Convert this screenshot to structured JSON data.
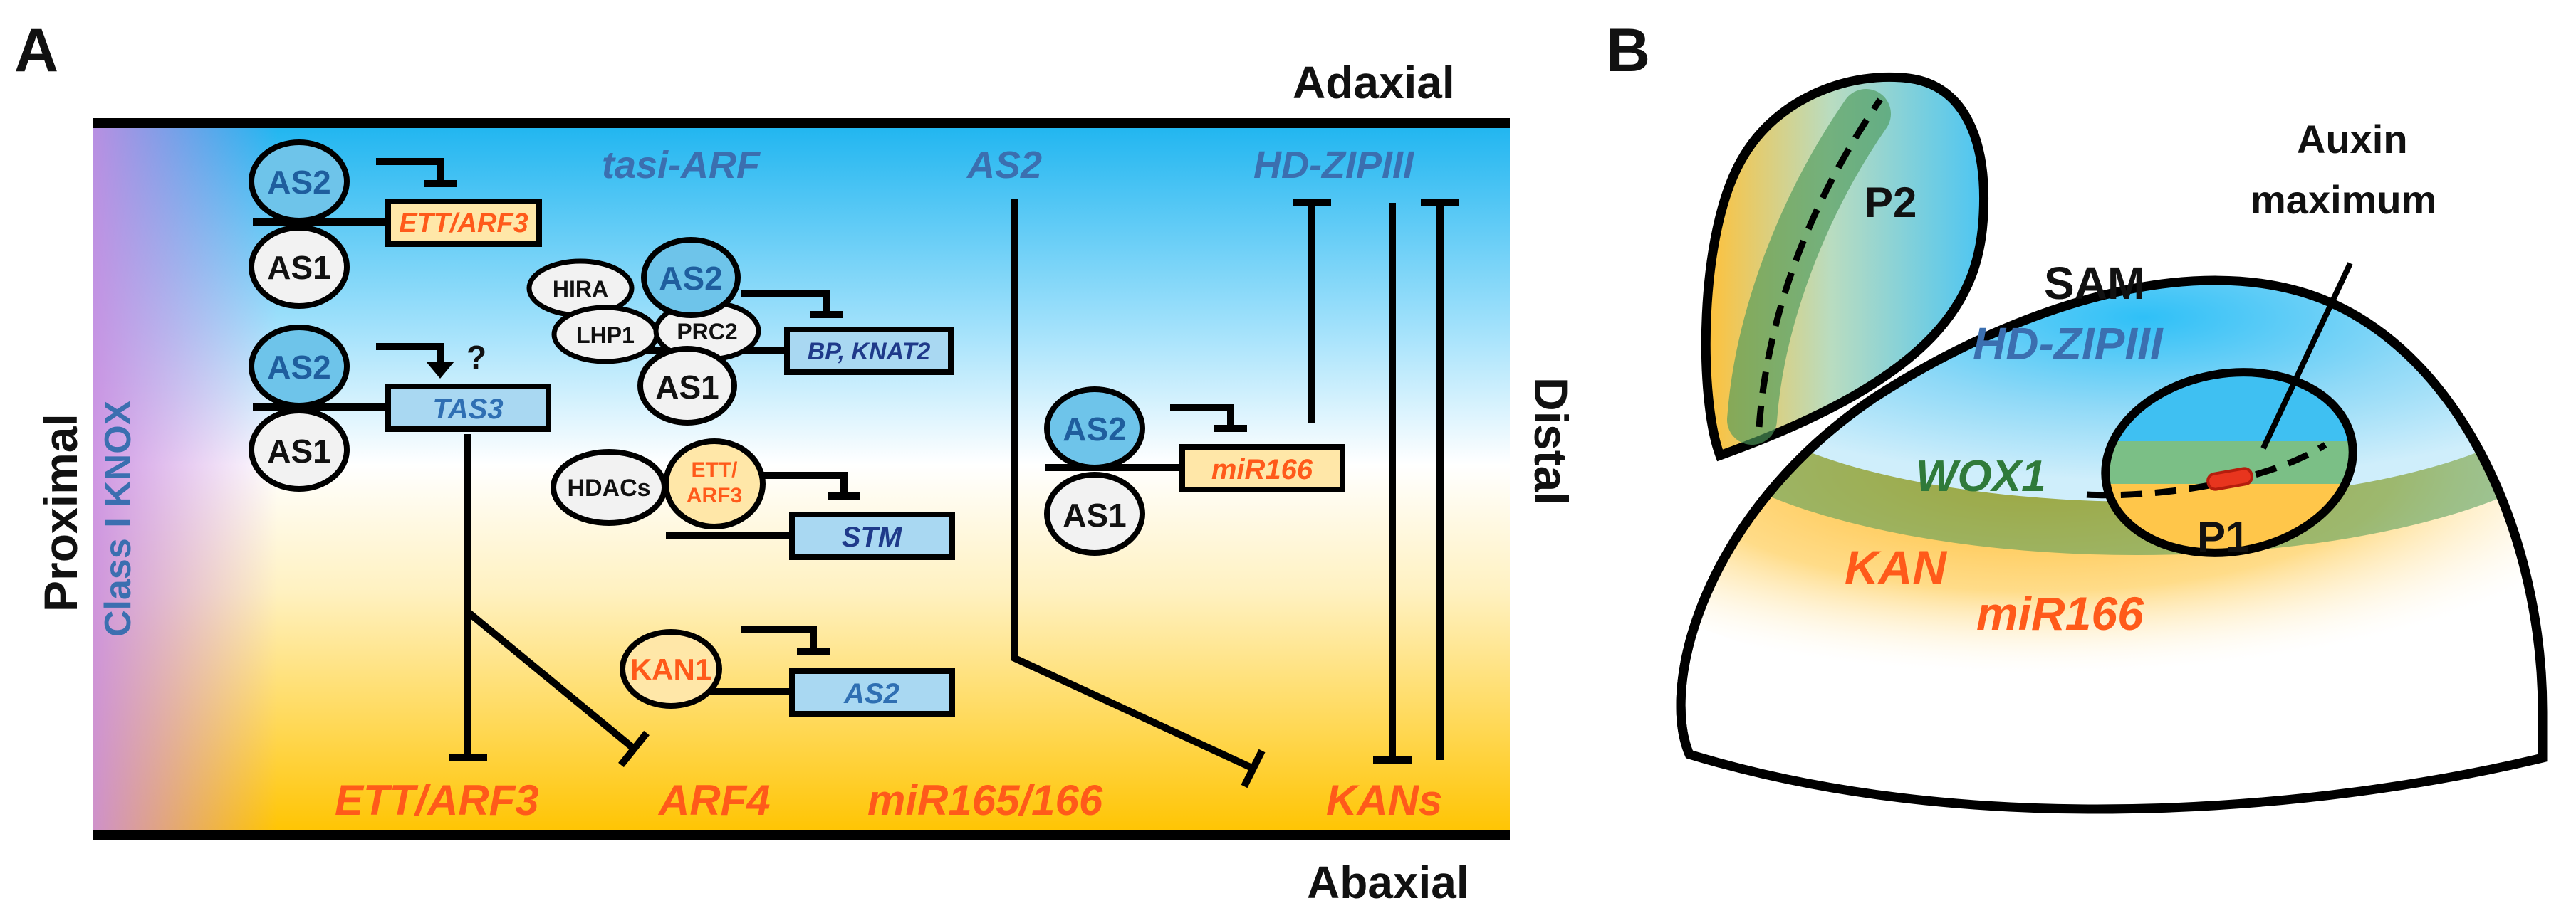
{
  "colors": {
    "adaxial_blue": "#1fb5f0",
    "abaxial_yellow": "#ffc400",
    "label_blue": "#3b6fb0",
    "dark_blue": "#1f3a8a",
    "orange": "#ff5a1a",
    "green": "#2f7a3a",
    "purple": "#9a5cc8",
    "auxin_red": "#e8351e",
    "box_blue": "#a9d8f2",
    "box_yellow": "#ffe7a8",
    "oval_blue": "#6ec4ea",
    "oval_grey": "#e6e6e6"
  },
  "panel_a": {
    "letter": "A",
    "adaxial": "Adaxial",
    "abaxial": "Abaxial",
    "proximal": "Proximal",
    "distal": "Distal",
    "class_knox": "Class I KNOX",
    "tasi_arf": "tasi-ARF",
    "as2_top": "AS2",
    "hd_zipiii": "HD-ZIPIII",
    "as2": "AS2",
    "as1": "AS1",
    "ett_arf3": "ETT/ARF3",
    "hira": "HIRA",
    "lhp1": "LHP1",
    "prc2": "PRC2",
    "bp_knat2": "BP, KNAT2",
    "question": "?",
    "tas3": "TAS3",
    "hdacs": "HDACs",
    "ett_arf3_oval_1": "ETT/",
    "ett_arf3_oval_2": "ARF3",
    "stm": "STM",
    "mir166": "miR166",
    "kan1": "KAN1",
    "bottom_ett_arf3": "ETT/ARF3",
    "arf4": "ARF4",
    "mir165_166": "miR165/166",
    "kans": "KANs"
  },
  "panel_b": {
    "letter": "B",
    "p2": "P2",
    "sam": "SAM",
    "hd_zipiii": "HD-ZIPIII",
    "wox1": "WOX1",
    "p1": "P1",
    "kan": "KAN",
    "mir166": "miR166",
    "auxin_1": "Auxin",
    "auxin_2": "maximum"
  }
}
